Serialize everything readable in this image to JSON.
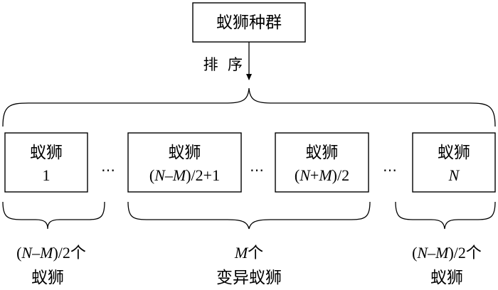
{
  "diagram": {
    "population_label": "蚁狮种群",
    "sort_label": "排  序",
    "ant_word": "蚁狮",
    "ellipsis": "⋯",
    "boxes": [
      {
        "id": "1",
        "parts": [
          {
            "t": "1",
            "i": false
          }
        ]
      },
      {
        "id": "mid-start",
        "parts": [
          {
            "t": "(",
            "i": false
          },
          {
            "t": "N",
            "i": true
          },
          {
            "t": "–",
            "i": false
          },
          {
            "t": "M",
            "i": true
          },
          {
            "t": ")/2+1",
            "i": false
          }
        ]
      },
      {
        "id": "mid-end",
        "parts": [
          {
            "t": "(",
            "i": false
          },
          {
            "t": "N",
            "i": true
          },
          {
            "t": "+",
            "i": false
          },
          {
            "t": "M",
            "i": true
          },
          {
            "t": ")/2",
            "i": false
          }
        ]
      },
      {
        "id": "N",
        "parts": [
          {
            "t": "N",
            "i": true
          }
        ]
      }
    ],
    "groups": {
      "left": {
        "line1": [
          {
            "t": "(",
            "i": false
          },
          {
            "t": "N",
            "i": true
          },
          {
            "t": "–",
            "i": false
          },
          {
            "t": "M",
            "i": true
          },
          {
            "t": ")/2个",
            "i": false
          }
        ],
        "line2": "蚁狮"
      },
      "middle": {
        "line1": [
          {
            "t": "M",
            "i": true
          },
          {
            "t": "个",
            "i": false
          }
        ],
        "line2": "变异蚁狮"
      },
      "right": {
        "line1": [
          {
            "t": "(",
            "i": false
          },
          {
            "t": "N",
            "i": true
          },
          {
            "t": "–",
            "i": false
          },
          {
            "t": "M",
            "i": true
          },
          {
            "t": ")/2个",
            "i": false
          }
        ],
        "line2": "蚁狮"
      }
    }
  }
}
